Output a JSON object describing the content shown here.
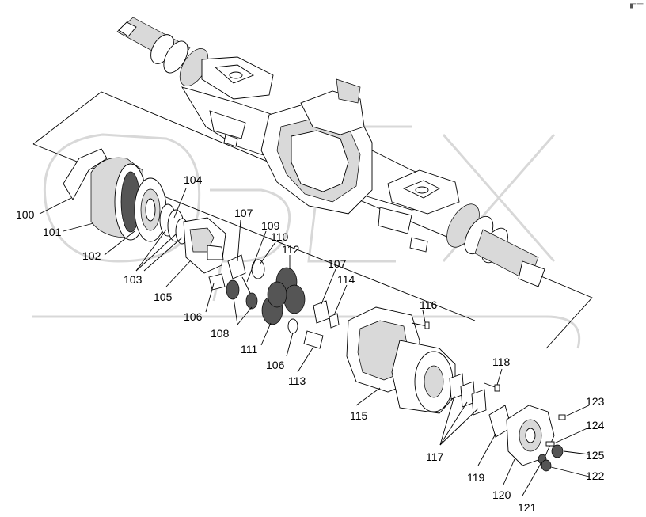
{
  "corner_mark": "█▔ ▔▔",
  "watermark_logo": "OPEX",
  "callouts": [
    {
      "id": "100",
      "text": "100"
    },
    {
      "id": "101",
      "text": "101"
    },
    {
      "id": "102",
      "text": "102"
    },
    {
      "id": "103",
      "text": "103"
    },
    {
      "id": "104",
      "text": "104"
    },
    {
      "id": "105",
      "text": "105"
    },
    {
      "id": "106a",
      "text": "106"
    },
    {
      "id": "106b",
      "text": "106"
    },
    {
      "id": "107a",
      "text": "107"
    },
    {
      "id": "107b",
      "text": "107"
    },
    {
      "id": "108",
      "text": "108"
    },
    {
      "id": "109",
      "text": "109"
    },
    {
      "id": "110",
      "text": "110"
    },
    {
      "id": "111",
      "text": "111"
    },
    {
      "id": "112",
      "text": "112"
    },
    {
      "id": "113",
      "text": "113"
    },
    {
      "id": "114",
      "text": "114"
    },
    {
      "id": "115",
      "text": "115"
    },
    {
      "id": "116",
      "text": "116"
    },
    {
      "id": "117",
      "text": "117"
    },
    {
      "id": "118",
      "text": "118"
    },
    {
      "id": "119",
      "text": "119"
    },
    {
      "id": "120",
      "text": "120"
    },
    {
      "id": "121",
      "text": "121"
    },
    {
      "id": "122",
      "text": "122"
    },
    {
      "id": "123",
      "text": "123"
    },
    {
      "id": "124",
      "text": "124"
    },
    {
      "id": "125",
      "text": "125"
    }
  ]
}
